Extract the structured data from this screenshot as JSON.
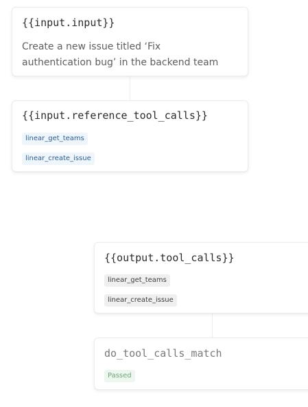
{
  "nodes": {
    "input": {
      "title": "{{input.input}}",
      "text": "Create a new issue titled ‘Fix authentication bug’ in the backend team"
    },
    "reference": {
      "title": "{{input.reference_tool_calls}}",
      "tags": [
        "linear_get_teams",
        "linear_create_issue"
      ]
    },
    "output": {
      "title": "{{output.tool_calls}}",
      "tags": [
        "linear_get_teams",
        "linear_create_issue"
      ]
    },
    "scorer": {
      "title": "do_tool_calls_match",
      "status": "Passed"
    }
  },
  "colors": {
    "reference_tag": "#2c5f91",
    "output_tag": "#3c3c3c",
    "status_passed": "#6fa775"
  }
}
